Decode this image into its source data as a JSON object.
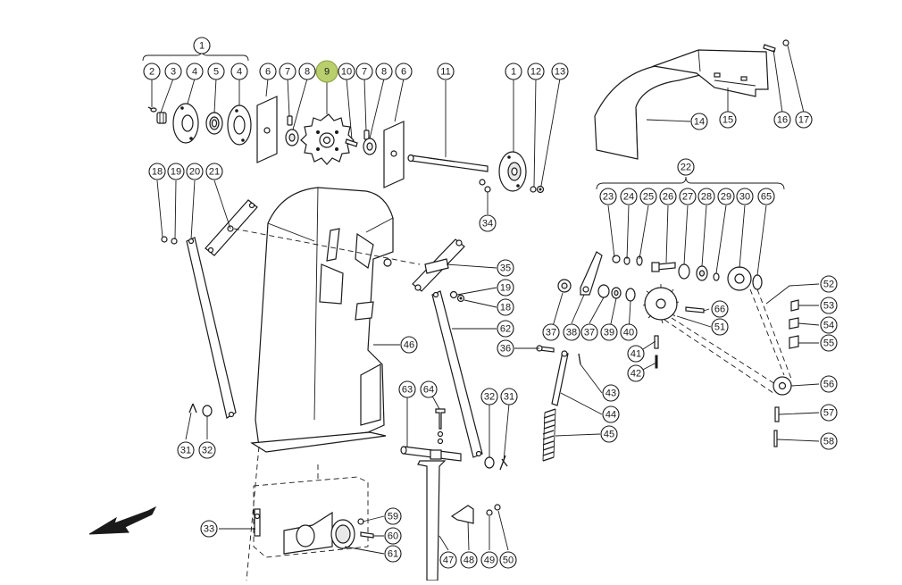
{
  "diagram": {
    "highlight_color": "#b9cf6e",
    "highlighted": "9",
    "callouts": [
      "1",
      "2",
      "3",
      "4",
      "5",
      "4",
      "6",
      "7",
      "8",
      "9",
      "10",
      "7",
      "8",
      "6",
      "11",
      "1",
      "12",
      "13",
      "14",
      "15",
      "16",
      "17",
      "18",
      "19",
      "20",
      "21",
      "22",
      "23",
      "24",
      "25",
      "26",
      "27",
      "28",
      "29",
      "30",
      "65",
      "34",
      "35",
      "19",
      "18",
      "62",
      "46",
      "52",
      "53",
      "54",
      "55",
      "37",
      "38",
      "37",
      "39",
      "40",
      "66",
      "51",
      "41",
      "42",
      "43",
      "36",
      "44",
      "45",
      "56",
      "57",
      "58",
      "63",
      "64",
      "32",
      "31",
      "31",
      "32",
      "33",
      "59",
      "60",
      "61",
      "47",
      "48",
      "49",
      "50"
    ]
  }
}
